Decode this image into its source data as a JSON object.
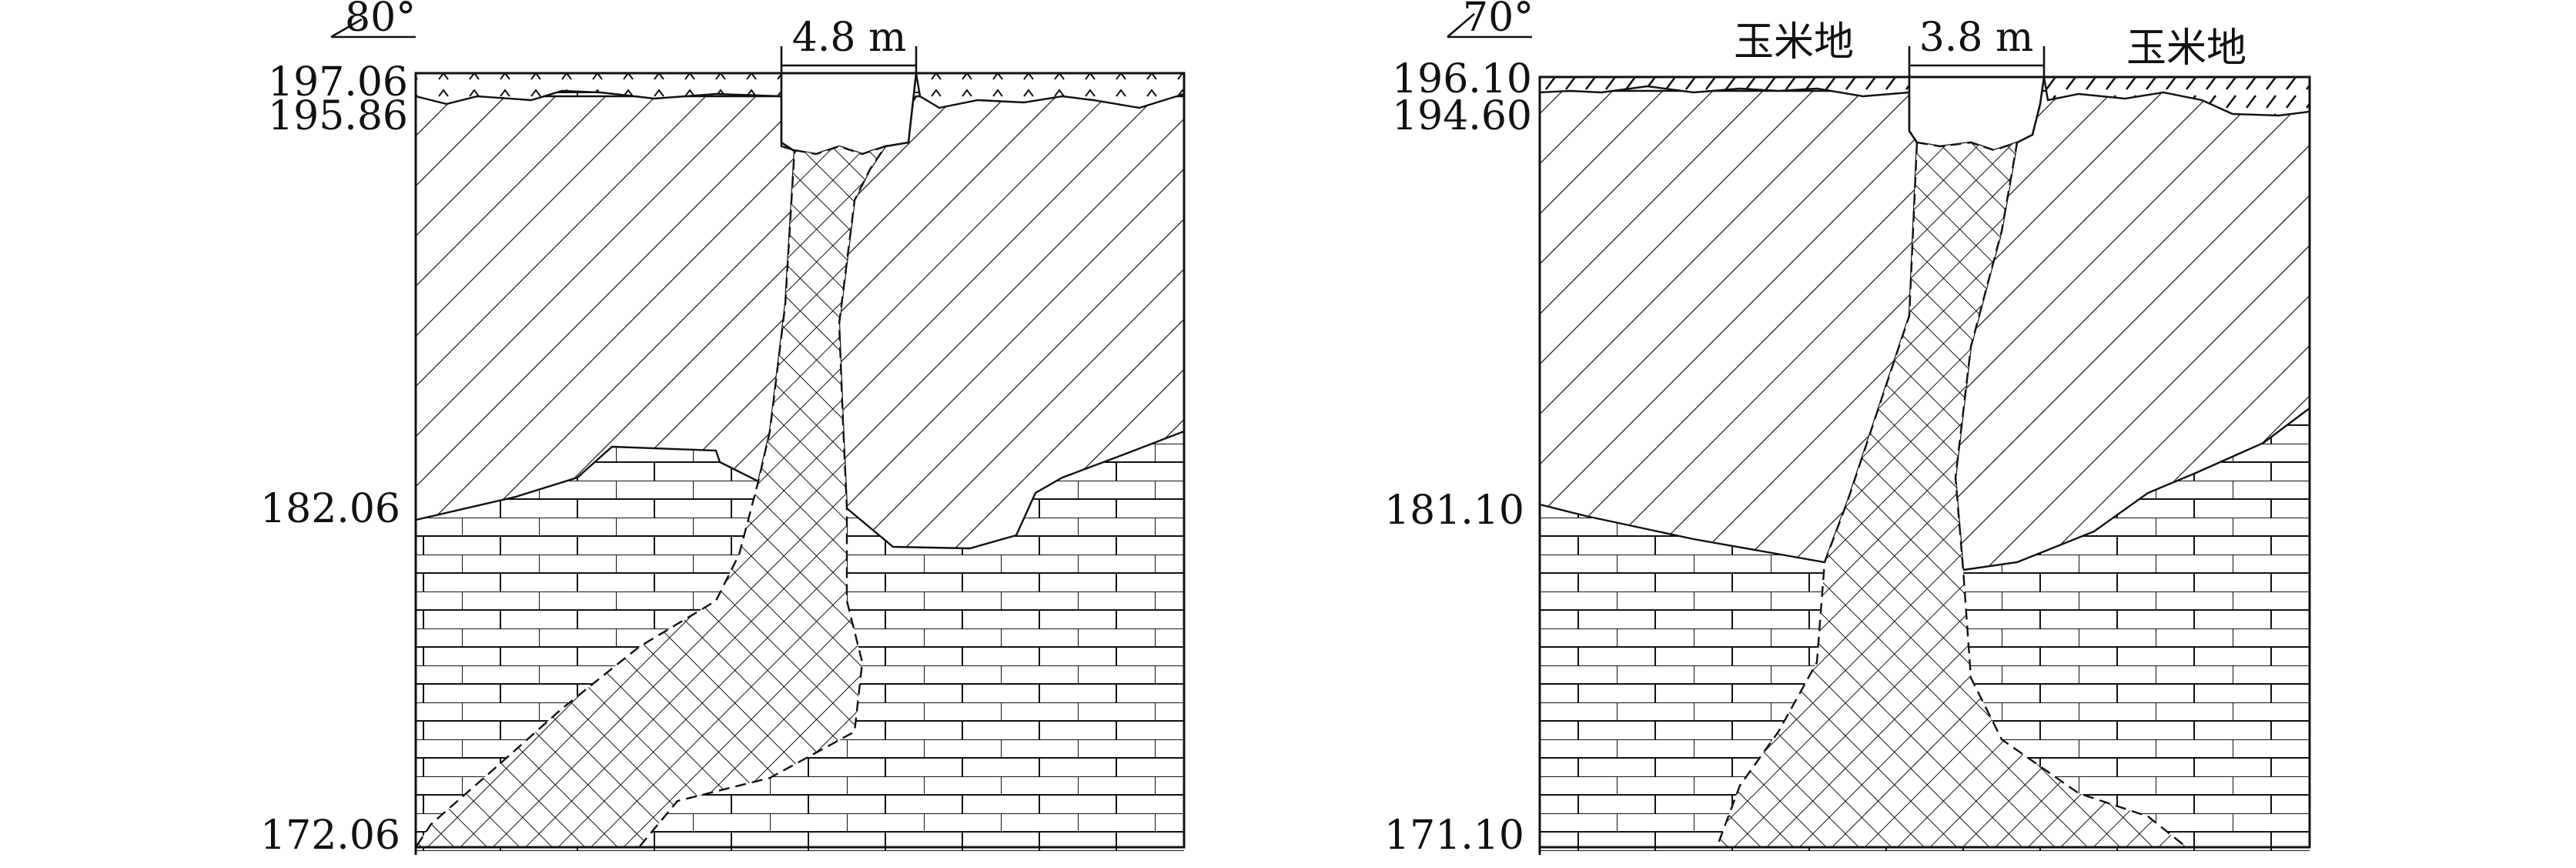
{
  "left_section": {
    "dip_angle": "80°",
    "width_label": "4.8 m",
    "elevations": [
      "197.06",
      "195.86",
      "182.06",
      "172.06"
    ]
  },
  "right_section": {
    "dip_angle": "70°",
    "width_label": "3.8 m",
    "field_label_left": "玉米地",
    "field_label_right": "玉米地",
    "elevations": [
      "196.10",
      "194.60",
      "181.10",
      "171.10"
    ]
  },
  "colors": {
    "ink": "#111111",
    "paper": "#ffffff"
  }
}
